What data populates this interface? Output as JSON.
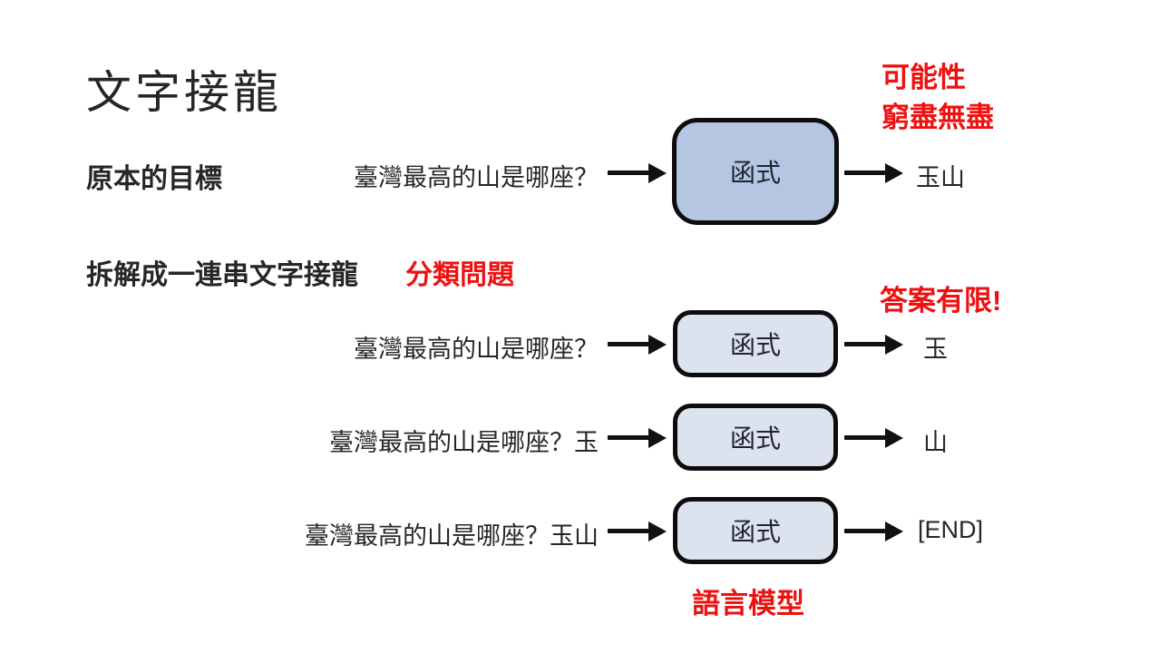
{
  "page": {
    "title": "文字接龍",
    "background": "#ffffff"
  },
  "colors": {
    "annotation_red": "#ee1111",
    "main_box_fill": "#b5c6e2",
    "row_box_fill": "#dce3ef",
    "box_border": "#0d0d0d",
    "text": "#262626"
  },
  "sections": {
    "original_goal_label": "原本的目標",
    "decompose_label": "拆解成一連串文字接龍"
  },
  "notes": {
    "possibilities_line1": "可能性",
    "possibilities_line2": "窮盡無盡",
    "classification": "分類問題",
    "limited_answers": "答案有限!",
    "language_model": "語言模型"
  },
  "rows": [
    {
      "input": "臺灣最高的山是哪座？",
      "box": "函式",
      "output": "玉山"
    },
    {
      "input": "臺灣最高的山是哪座？",
      "box": "函式",
      "output": "玉"
    },
    {
      "input": "臺灣最高的山是哪座？玉",
      "box": "函式",
      "output": "山"
    },
    {
      "input": "臺灣最高的山是哪座？玉山",
      "box": "函式",
      "output": "[END]"
    }
  ]
}
